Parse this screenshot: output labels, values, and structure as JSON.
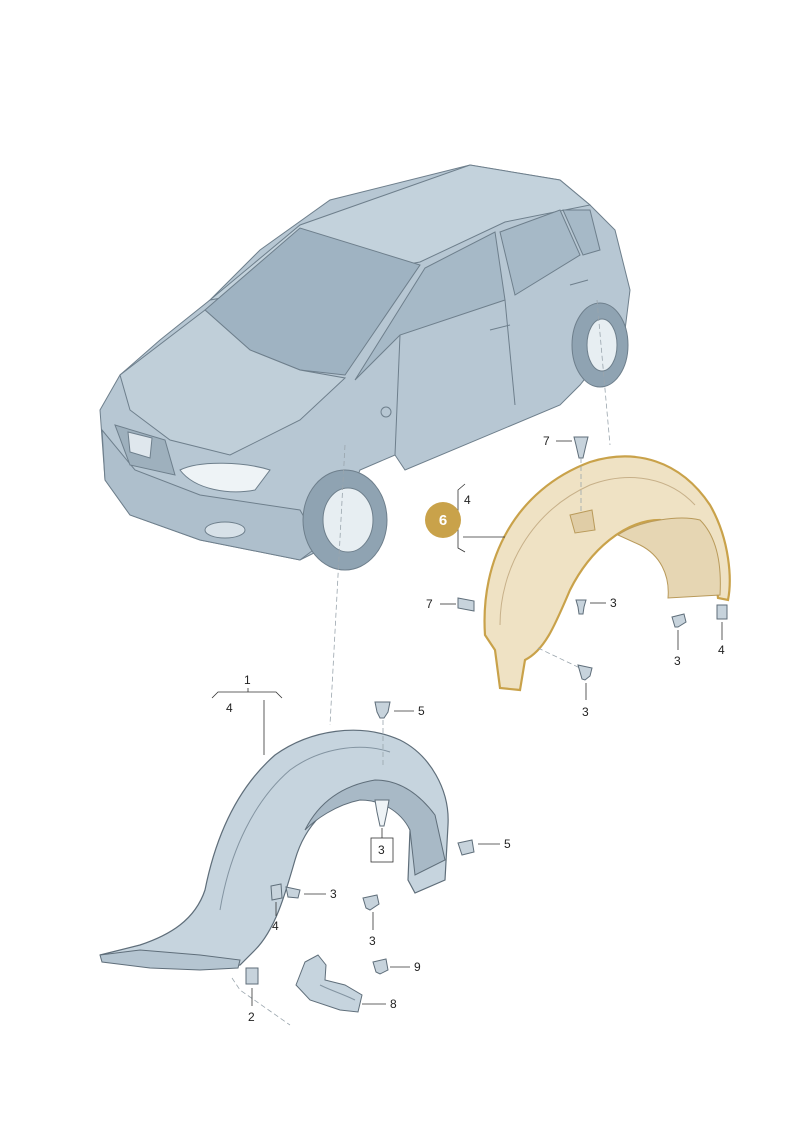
{
  "diagram": {
    "highlight_color": "#c9a24a",
    "highlight_part_fill": "#efe2c4",
    "car_color": "#b7c7d3",
    "callouts": {
      "front_group": "1",
      "front_group_sub": "4",
      "front_clip_top": "5",
      "front_center_screw": "3",
      "front_clip_right": "5",
      "front_screw_right": "3",
      "front_screw_lower": "3",
      "front_nut_left": "4",
      "front_clip_bottom": "2",
      "mudflap": "8",
      "mudflap_screw": "9",
      "rear_highlight": "6",
      "rear_group_sub": "4",
      "rear_rivet_top": "7",
      "rear_rivet_left": "7",
      "rear_screw_inner": "3",
      "rear_screw_right": "3",
      "rear_nut_right": "4",
      "rear_screw_bottom": "3"
    }
  }
}
